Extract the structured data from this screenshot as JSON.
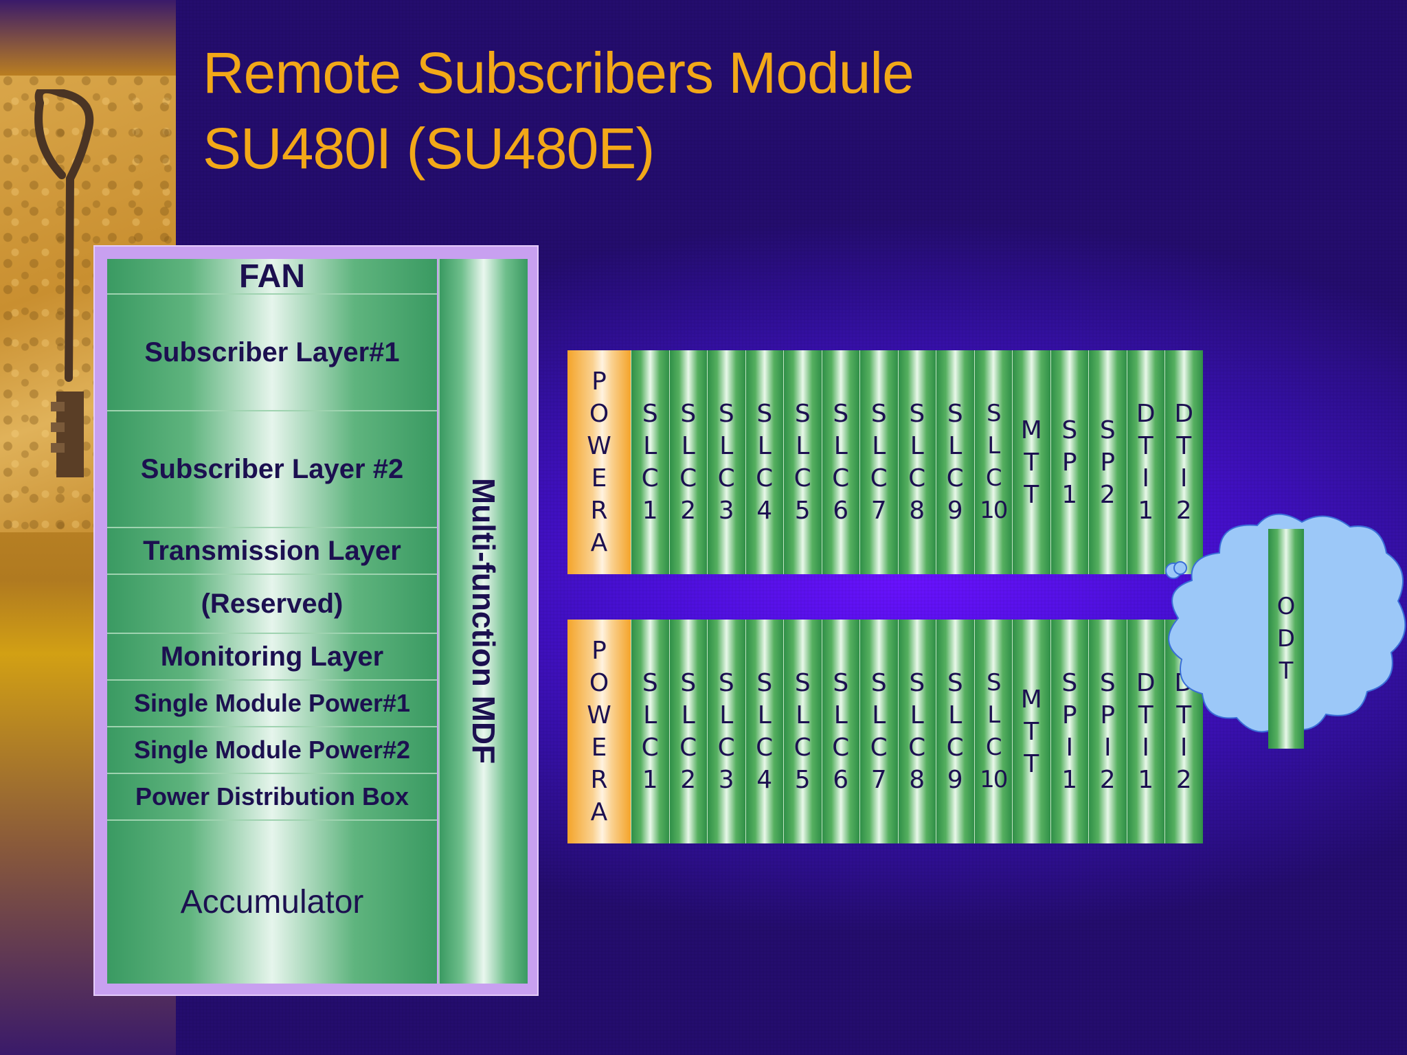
{
  "title": {
    "line1": "Remote Subscribers Module",
    "line2": "SU480I (SU480E)"
  },
  "cabinet": {
    "layers": [
      {
        "label": "FAN"
      },
      {
        "label": "Subscriber Layer#1"
      },
      {
        "label": "Subscriber Layer #2"
      },
      {
        "label": "Transmission Layer"
      },
      {
        "label": "(Reserved)"
      },
      {
        "label": "Monitoring Layer"
      },
      {
        "label": "Single Module Power#1"
      },
      {
        "label": "Single Module Power#2"
      },
      {
        "label": "Power Distribution Box"
      },
      {
        "label": "Accumulator"
      }
    ],
    "mdf_label": "Multi-function MDF"
  },
  "rack1": {
    "slots": [
      "P\nO\nW\nE\nR\nA",
      "S\nL\nC\n1",
      "S\nL\nC\n2",
      "S\nL\nC\n3",
      "S\nL\nC\n4",
      "S\nL\nC\n5",
      "S\nL\nC\n6",
      "S\nL\nC\n7",
      "S\nL\nC\n8",
      "S\nL\nC\n9",
      "S\nL\nC\n10",
      "M\nT\nT",
      "S\nP\n1",
      "S\nP\n2",
      "D\nT\nI\n1",
      "D\nT\nI\n2"
    ]
  },
  "rack2": {
    "slots": [
      "P\nO\nW\nE\nR\nA",
      "S\nL\nC\n1",
      "S\nL\nC\n2",
      "S\nL\nC\n3",
      "S\nL\nC\n4",
      "S\nL\nC\n5",
      "S\nL\nC\n6",
      "S\nL\nC\n7",
      "S\nL\nC\n8",
      "S\nL\nC\n9",
      "S\nL\nC\n10",
      "M\nT\nT",
      "S\nP\nI\n1",
      "S\nP\nI\n2",
      "D\nT\nI\n1",
      "D\nT\nI\n2"
    ]
  },
  "cloud": {
    "odt_label": "O\nD\nT"
  },
  "colors": {
    "title": "#f2a818",
    "label_text": "#1c1050",
    "board_green": "#3a9a62",
    "power_orange": "#f4a42a",
    "cloud_fill": "#9cc8f8",
    "cabinet_frame": "#c8a0f0"
  }
}
